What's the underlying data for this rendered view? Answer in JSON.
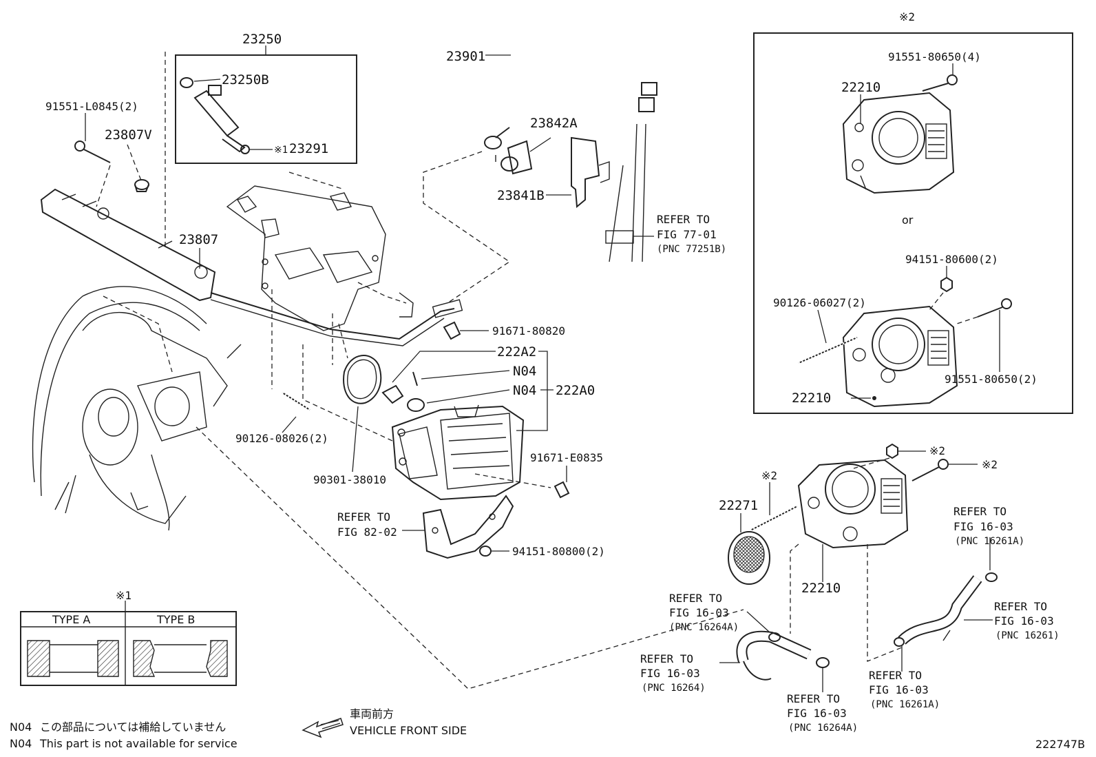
{
  "labels": {
    "l23250": "23250",
    "l23250b": "23250B",
    "l23291": "23291",
    "l23291_mark": "※1",
    "l91551_l0845": "91551-L0845(2)",
    "l23807v": "23807V",
    "l23807": "23807",
    "l23901": "23901",
    "l23842a": "23842A",
    "l23841b": "23841B",
    "refer_77_1": "REFER TO",
    "refer_77_2": "FIG 77-01",
    "refer_77_3": "(PNC 77251B)",
    "l91671_80820": "91671-80820",
    "l222a2": "222A2",
    "n04_a": "N04",
    "n04_b": "N04",
    "l222a0": "222A0",
    "l90126_08026": "90126-08026(2)",
    "l90301_38010": "90301-38010",
    "l91671_e0835": "91671-E0835",
    "refer_82_1": "REFER TO",
    "refer_82_2": "FIG 82-02",
    "l94151_80800": "94151-80800(2)",
    "box2_mark": "※2",
    "l91551_80650_4": "91551-80650(4)",
    "l22210_a": "22210",
    "or": "or",
    "l94151_80600": "94151-80600(2)",
    "l90126_06027": "90126-06027(2)",
    "l91551_80650_2": "91551-80650(2)",
    "l22210_b": "22210",
    "mark2_a": "※2",
    "mark2_b": "※2",
    "mark2_c": "※2",
    "l22271": "22271",
    "l22210_c": "22210",
    "refer_16261a_top_1": "REFER TO",
    "refer_16261a_top_2": "FIG 16-03",
    "refer_16261a_top_3": "(PNC 16261A)",
    "refer_16264a_1": "REFER TO",
    "refer_16264a_2": "FIG 16-03",
    "refer_16264a_3": "(PNC 16264A)",
    "refer_16261_1": "REFER TO",
    "refer_16261_2": "FIG 16-03",
    "refer_16261_3": "(PNC 16261)",
    "refer_16264_1": "REFER TO",
    "refer_16264_2": "FIG 16-03",
    "refer_16264_3": "(PNC 16264)",
    "refer_16264a_b_1": "REFER TO",
    "refer_16264a_b_2": "FIG 16-03",
    "refer_16264a_b_3": "(PNC 16264A)",
    "refer_16261a_b_1": "REFER TO",
    "refer_16261a_b_2": "FIG 16-03",
    "refer_16261a_b_3": "(PNC 16261A)"
  },
  "legend": {
    "mark": "※1",
    "type_a": "TYPE A",
    "type_b": "TYPE B"
  },
  "footer": {
    "note_jp_code": "N04",
    "note_jp": "この部品については補給していません",
    "note_en_code": "N04",
    "note_en": "This part is not available for service",
    "direction_jp": "車両前方",
    "direction_en": "VEHICLE FRONT SIDE",
    "diagram_id": "222747B"
  }
}
